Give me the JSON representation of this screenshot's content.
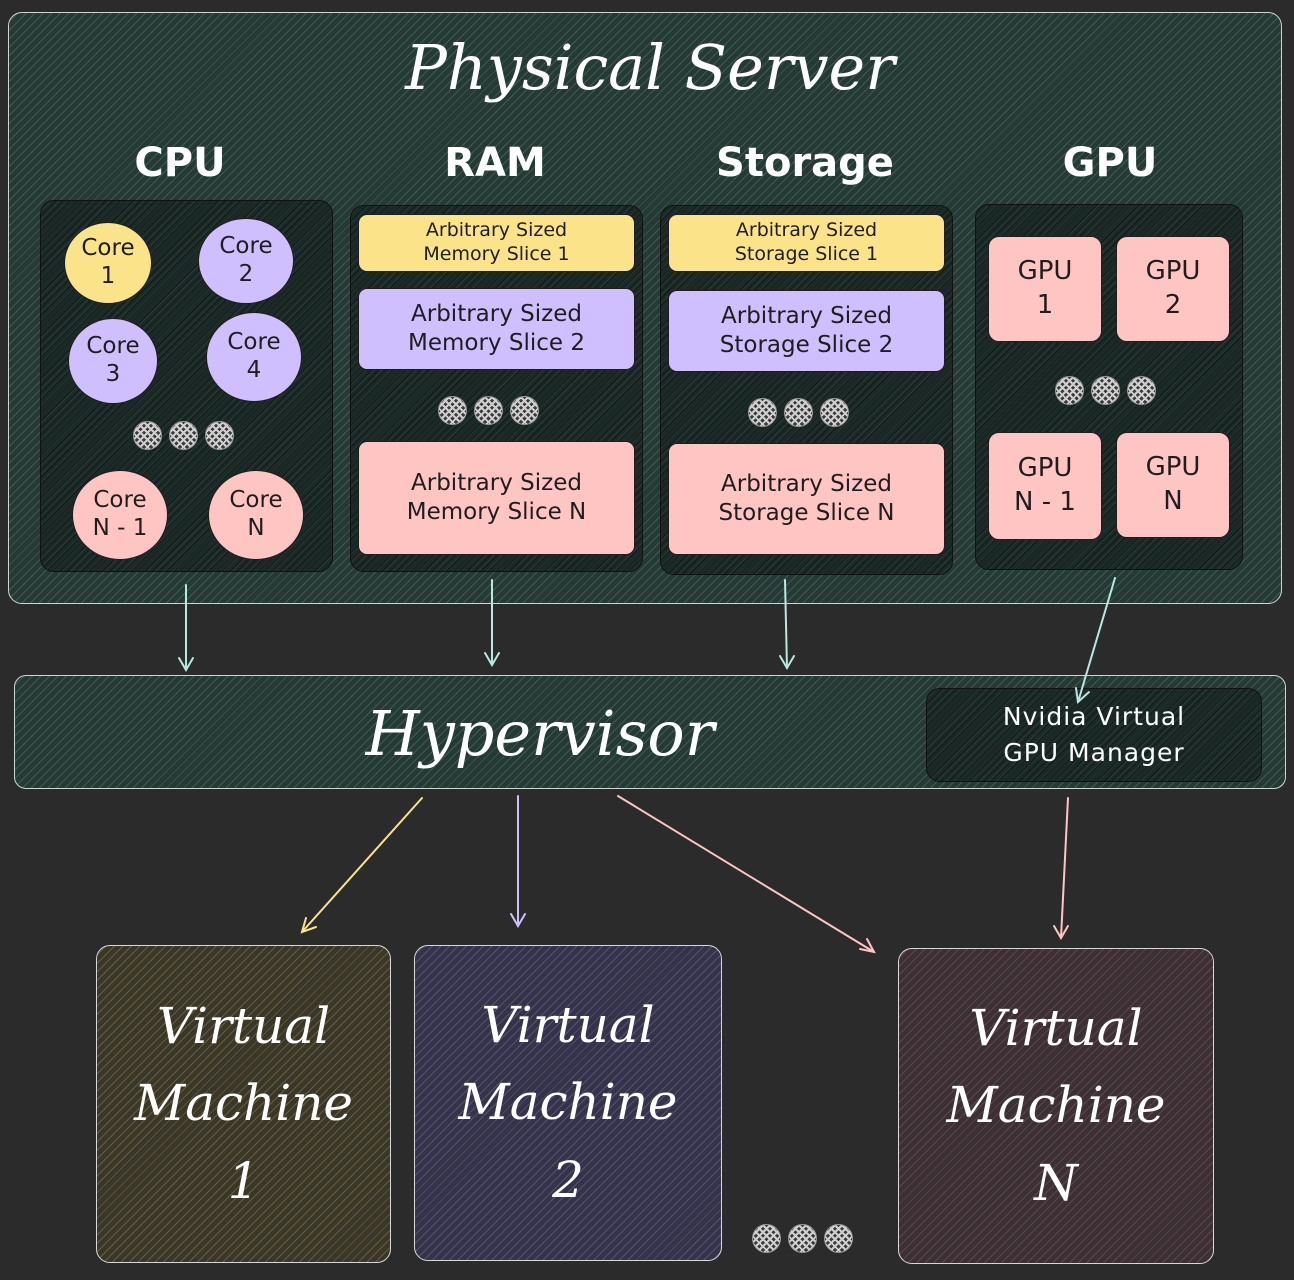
{
  "server": {
    "title": "Physical Server",
    "columns": {
      "cpu": {
        "title": "CPU",
        "cores": [
          {
            "line1": "Core",
            "line2": "1",
            "color": "#fbe38a"
          },
          {
            "line1": "Core",
            "line2": "2",
            "color": "#d0bfff"
          },
          {
            "line1": "Core",
            "line2": "3",
            "color": "#d0bfff"
          },
          {
            "line1": "Core",
            "line2": "4",
            "color": "#d0bfff"
          },
          {
            "line1": "Core",
            "line2": "N - 1",
            "color": "#ffc5c3"
          },
          {
            "line1": "Core",
            "line2": "N",
            "color": "#ffc5c3"
          }
        ]
      },
      "ram": {
        "title": "RAM",
        "slices": [
          {
            "line1": "Arbitrary Sized",
            "line2": "Memory Slice 1",
            "color": "#fbe38a"
          },
          {
            "line1": "Arbitrary Sized",
            "line2": "Memory Slice 2",
            "color": "#d0bfff"
          },
          {
            "line1": "Arbitrary Sized",
            "line2": "Memory Slice N",
            "color": "#ffc5c3"
          }
        ]
      },
      "storage": {
        "title": "Storage",
        "slices": [
          {
            "line1": "Arbitrary Sized",
            "line2": "Storage Slice 1",
            "color": "#fbe38a"
          },
          {
            "line1": "Arbitrary Sized",
            "line2": "Storage Slice 2",
            "color": "#d0bfff"
          },
          {
            "line1": "Arbitrary Sized",
            "line2": "Storage Slice N",
            "color": "#ffc5c3"
          }
        ]
      },
      "gpu": {
        "title": "GPU",
        "gpus": [
          {
            "line1": "GPU",
            "line2": "1"
          },
          {
            "line1": "GPU",
            "line2": "2"
          },
          {
            "line1": "GPU",
            "line2": "N - 1"
          },
          {
            "line1": "GPU",
            "line2": "N"
          }
        ],
        "color": "#ffc5c3"
      }
    }
  },
  "hypervisor": {
    "title": "Hypervisor",
    "vgpu_line1": "Nvidia Virtual",
    "vgpu_line2": "GPU Manager"
  },
  "vms": [
    {
      "line1": "Virtual",
      "line2": "Machine",
      "line3": "1",
      "color": "#fbe38a"
    },
    {
      "line1": "Virtual",
      "line2": "Machine",
      "line3": "2",
      "color": "#d0bfff"
    },
    {
      "line1": "Virtual",
      "line2": "Machine",
      "line3": "N",
      "color": "#ffc5c3"
    }
  ],
  "colors": {
    "background": "#2b2b2c",
    "panel": "#253a35",
    "arrow_server": "#b8e8e0",
    "yellow": "#fbe38a",
    "purple": "#d0bfff",
    "pink": "#ffc5c3"
  }
}
